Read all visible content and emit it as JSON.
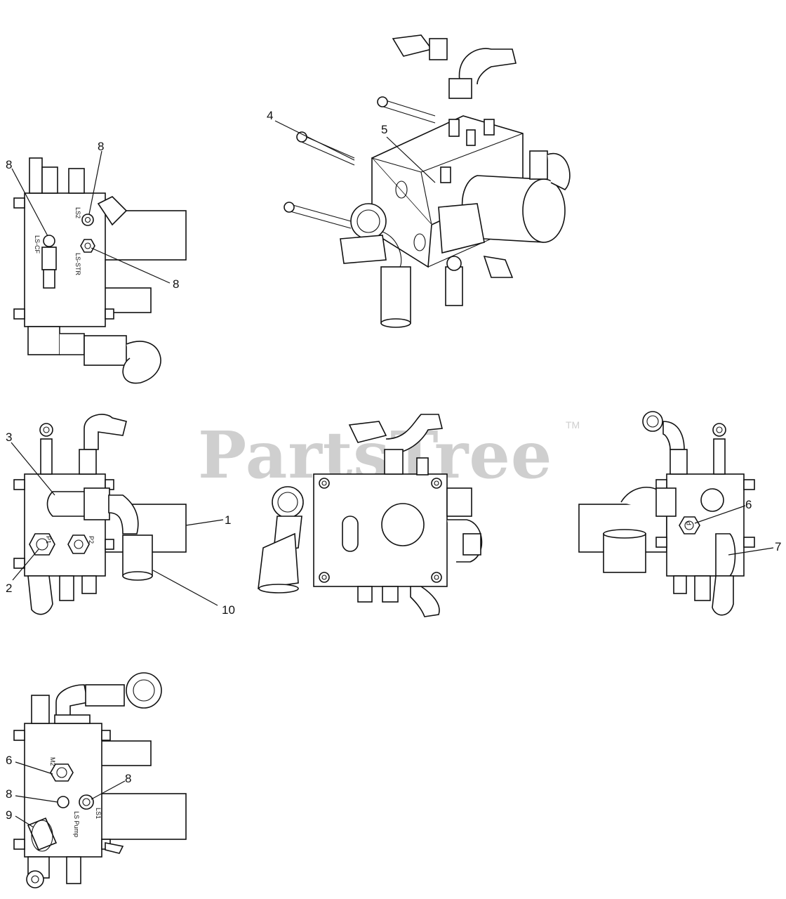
{
  "watermark": {
    "text": "PartsTree",
    "trademark": "TM"
  },
  "callouts": {
    "c1": "1",
    "c2": "2",
    "c3": "3",
    "c4": "4",
    "c5": "5",
    "c6a": "6",
    "c6b": "6",
    "c7": "7",
    "c8a": "8",
    "c8b": "8",
    "c8c": "8",
    "c8d": "8",
    "c8e": "8",
    "c9": "9",
    "c10": "10"
  },
  "port_labels": {
    "ls2": "LS2",
    "lscf": "LS-CF",
    "lsstr": "LS-STR",
    "p1": "P1",
    "p2": "P2",
    "m2": "M2",
    "ls_pump": "LS Pump",
    "ls1": "LS1",
    "p": "P"
  }
}
